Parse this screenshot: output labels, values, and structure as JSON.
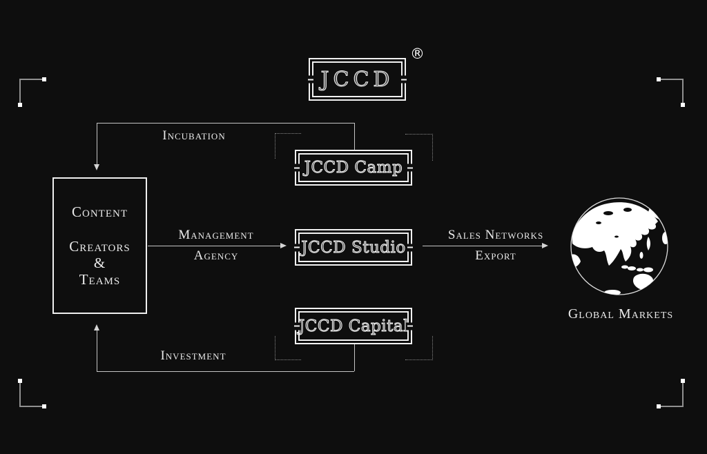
{
  "colors": {
    "background": "#0e0e0e",
    "ink": "#f2f2f2",
    "line": "#c6c6c6",
    "bracket": "#909090"
  },
  "logo": {
    "text": "JCCD",
    "registered": "®"
  },
  "source_box": {
    "line1": "Content",
    "line2": "Creators",
    "line3": "&",
    "line4": "Teams"
  },
  "nodes": {
    "camp": "JCCD Camp",
    "studio": "JCCD Studio",
    "capital": "JCCD Capital"
  },
  "flows": {
    "incubation": "Incubation",
    "management_line1": "Management",
    "management_line2": "Agency",
    "sales_line1": "Sales Networks",
    "sales_line2": "Export",
    "investment": "Investment"
  },
  "global_markets": {
    "label": "Global Markets"
  }
}
